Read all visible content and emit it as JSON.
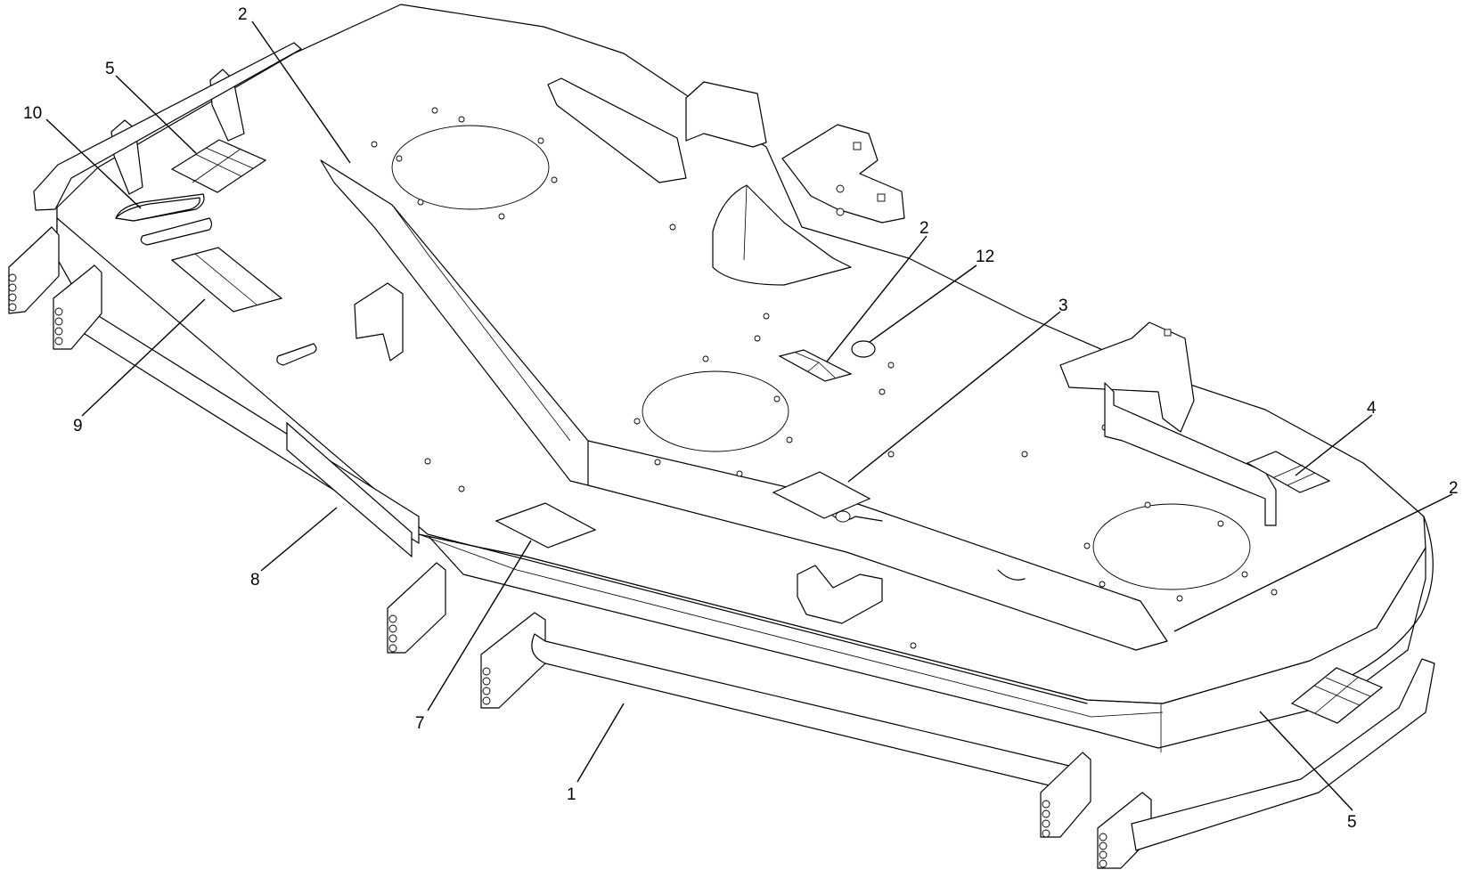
{
  "diagram": {
    "callouts": [
      {
        "id": "c-1",
        "label": "1"
      },
      {
        "id": "c-2a",
        "label": "2"
      },
      {
        "id": "c-2b",
        "label": "2"
      },
      {
        "id": "c-2c",
        "label": "2"
      },
      {
        "id": "c-3",
        "label": "3"
      },
      {
        "id": "c-4",
        "label": "4"
      },
      {
        "id": "c-5a",
        "label": "5"
      },
      {
        "id": "c-5b",
        "label": "5"
      },
      {
        "id": "c-7",
        "label": "7"
      },
      {
        "id": "c-8",
        "label": "8"
      },
      {
        "id": "c-9",
        "label": "9"
      },
      {
        "id": "c-10",
        "label": "10"
      },
      {
        "id": "c-12",
        "label": "12"
      }
    ]
  }
}
